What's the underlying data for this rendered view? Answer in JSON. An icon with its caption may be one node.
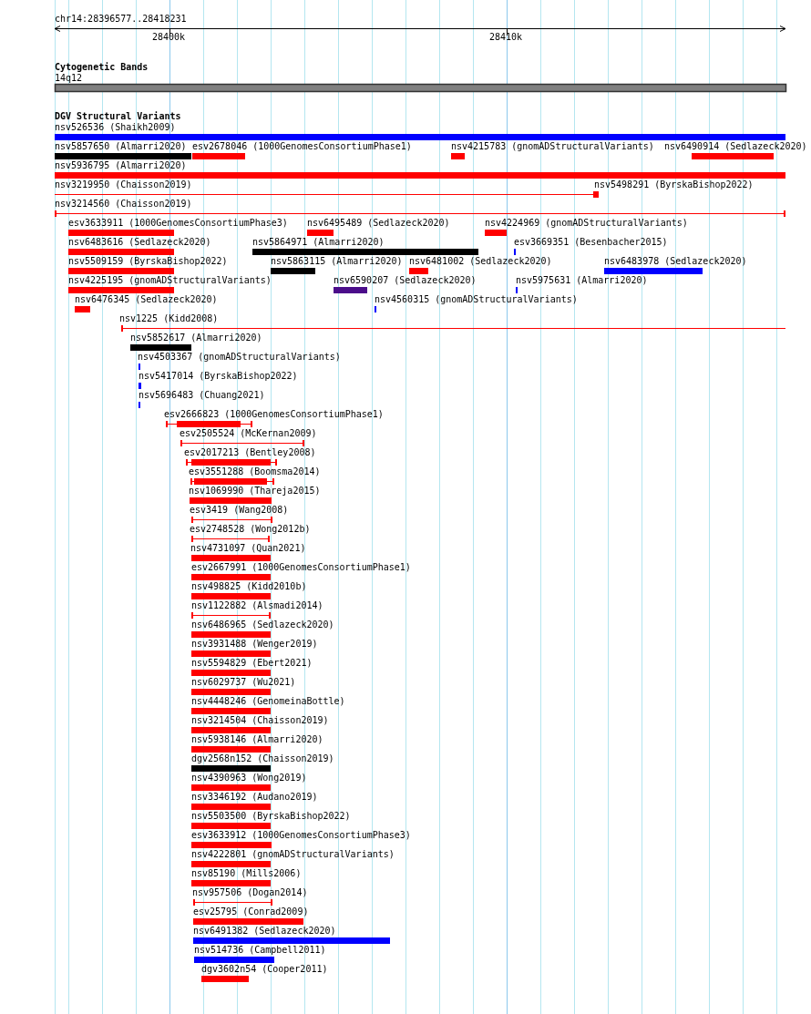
{
  "diagram": {
    "nodes": [
      {
        "text": [
          "14q12"
        ]
      },
      {
        "text": [
          "nsv526536 (Shaikh2009)"
        ]
      },
      {
        "text": [
          "nsv5857650 (Almarri2020)"
        ]
      },
      {
        "text": [
          "esv2678046 (1000GenomesConsortiumPhase1)"
        ]
      },
      {
        "text": [
          "nsv4215783 (gnomADStructuralVariants)"
        ]
      },
      {
        "text": [
          "nsv6490914 (Sedlazeck2020)"
        ]
      },
      {
        "text": [
          "nsv5936795 (Almarri2020)"
        ]
      },
      {
        "text": [
          "nsv3219950 (Chaisson2019)"
        ]
      },
      {
        "text": [
          "nsv5498291 (ByrskaBishop2022)"
        ]
      },
      {
        "text": [
          "nsv3214560 (Chaisson2019)"
        ]
      },
      {
        "text": [
          "esv3633911 (1000GenomesConsortiumPhase3)"
        ]
      },
      {
        "text": [
          "nsv6495489 (Sedlazeck2020)"
        ]
      },
      {
        "text": [
          "nsv4224969 (gnomADStructuralVariants)"
        ]
      },
      {
        "text": [
          "nsv6483616 (Sedlazeck2020)"
        ]
      },
      {
        "text": [
          "nsv5864971 (Almarri2020)"
        ]
      },
      {
        "text": [
          "esv3669351 (Besenbacher2015)"
        ]
      },
      {
        "text": [
          "nsv5509159 (ByrskaBishop2022)"
        ]
      },
      {
        "text": [
          "nsv5863115 (Almarri2020)"
        ]
      },
      {
        "text": [
          "nsv6481002 (Sedlazeck2020)"
        ]
      },
      {
        "text": [
          "nsv6483978 (Sedlazeck2020)"
        ]
      },
      {
        "text": [
          "nsv4225195 (gnomADStructuralVariants)"
        ]
      },
      {
        "text": [
          "nsv6590207 (Sedlazeck2020)"
        ]
      },
      {
        "text": [
          "nsv5975631 (Almarri2020)"
        ]
      },
      {
        "text": [
          "nsv6476345 (Sedlazeck2020)"
        ]
      },
      {
        "text": [
          "nsv4560315 (gnomADStructuralVariants)"
        ]
      },
      {
        "text": [
          "nsv1225 (Kidd2008)"
        ]
      },
      {
        "text": [
          "nsv5852617 (Almarri2020)"
        ]
      },
      {
        "text": [
          "nsv4503367 (gnomADStructuralVariants)"
        ]
      },
      {
        "text": [
          "nsv5417014 (ByrskaBishop2022)"
        ]
      },
      {
        "text": [
          "nsv5696483 (Chuang2021)"
        ]
      },
      {
        "text": [
          "esv2666823 (1000GenomesConsortiumPhase1)"
        ]
      },
      {
        "text": [
          "esv2505524 (McKernan2009)"
        ]
      },
      {
        "text": [
          "esv2017213 (Bentley2008)"
        ]
      },
      {
        "text": [
          "esv3551288 (Boomsma2014)"
        ]
      },
      {
        "text": [
          "nsv1069990 (Thareja2015)"
        ]
      },
      {
        "text": [
          "esv3419 (Wang2008)"
        ]
      },
      {
        "text": [
          "esv2748528 (Wong2012b)"
        ]
      },
      {
        "text": [
          "nsv4731097 (Quan2021)"
        ]
      },
      {
        "text": [
          "esv2667991 (1000GenomesConsortiumPhase1)"
        ]
      },
      {
        "text": [
          "nsv498825 (Kidd2010b)"
        ]
      },
      {
        "text": [
          "nsv1122882 (Alsmadi2014)"
        ]
      },
      {
        "text": [
          "nsv6486965 (Sedlazeck2020)"
        ]
      },
      {
        "text": [
          "nsv3931488 (Wenger2019)"
        ]
      },
      {
        "text": [
          "nsv5594829 (Ebert2021)"
        ]
      },
      {
        "text": [
          "nsv6029737 (Wu2021)"
        ]
      },
      {
        "text": [
          "nsv4448246 (GenomeinaBottle)"
        ]
      },
      {
        "text": [
          "nsv3214504 (Chaisson2019)"
        ]
      },
      {
        "text": [
          "nsv5938146 (Almarri2020)"
        ]
      },
      {
        "text": [
          "dgv2568n152 (Chaisson2019)"
        ]
      },
      {
        "text": [
          "nsv4390963 (Wong2019)"
        ]
      },
      {
        "text": [
          "nsv3346192 (Audano2019)"
        ]
      },
      {
        "text": [
          "nsv5503500 (ByrskaBishop2022)"
        ]
      },
      {
        "text": [
          "esv3633912 (1000GenomesConsortiumPhase3)"
        ]
      },
      {
        "text": [
          "nsv4222801 (gnomADStructuralVariants)"
        ]
      },
      {
        "text": [
          "nsv85190 (Mills2006)"
        ]
      },
      {
        "text": [
          "nsv957506 (Dogan2014)"
        ]
      },
      {
        "text": [
          "esv25795 (Conrad2009)"
        ]
      },
      {
        "text": [
          "nsv6491382 (Sedlazeck2020)"
        ]
      },
      {
        "text": [
          "nsv514736 (Campbell2011)"
        ]
      },
      {
        "text": [
          "dgv3602n54 (Cooper2011)"
        ]
      }
    ],
    "labels": [
      "chr14:28396577..28418231",
      "28400k",
      "28410k",
      "Cytogenetic Bands",
      "DGV Structural Variants"
    ]
  }
}
